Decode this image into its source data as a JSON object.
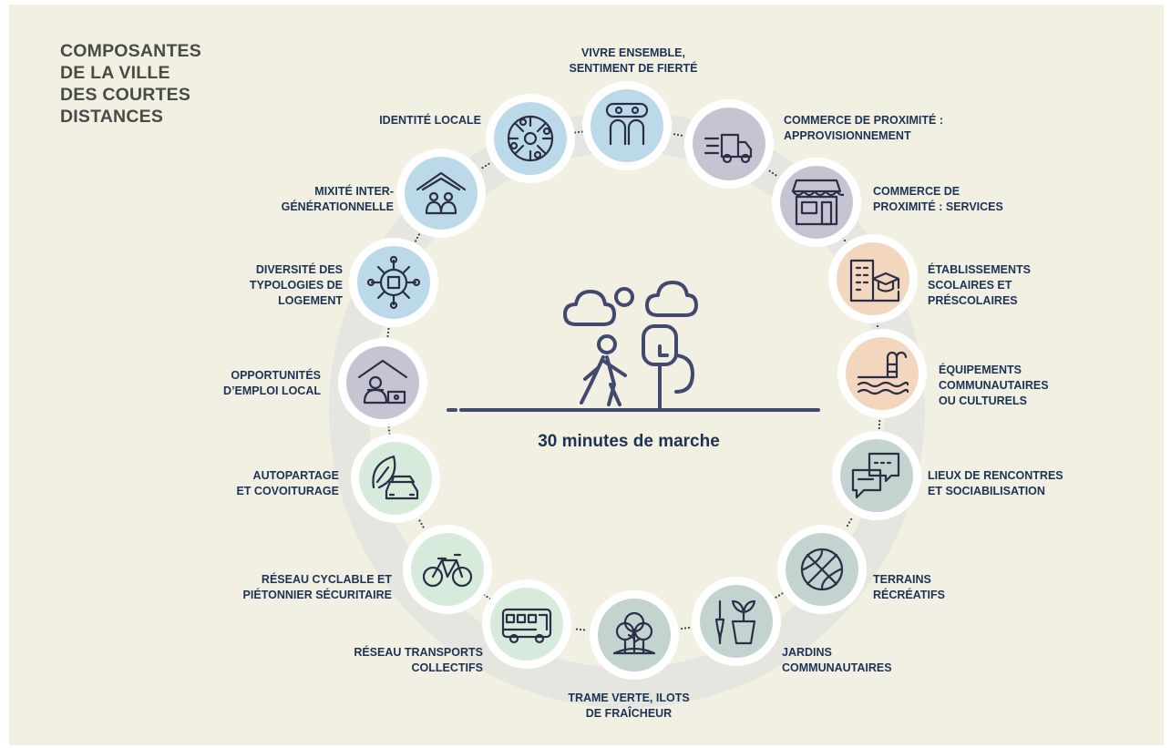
{
  "title_lines": [
    "COMPOSANTES",
    "DE LA VILLE",
    "DES COURTES",
    "DISTANCES"
  ],
  "center_caption": "30 minutes de marche",
  "colors": {
    "background": "#f1f0e2",
    "ring": "#e5e6e0",
    "text": "#1d3356",
    "title": "#4a4a48",
    "icon_stroke": "#2a2f45",
    "center_art": "#414a6e"
  },
  "nodes": [
    {
      "key": "vivre",
      "label_lines": [
        "VIVRE ENSEMBLE,",
        "SENTIMENT DE FIERTÉ"
      ],
      "icon": "people-together-icon",
      "fill": "#bcd9ea"
    },
    {
      "key": "commerce_appro",
      "label_lines": [
        "COMMERCE  DE  PROXIMITÉ :",
        "APPROVISIONNEMENT"
      ],
      "icon": "delivery-truck-icon",
      "fill": "#c6c4d3"
    },
    {
      "key": "commerce_services",
      "label_lines": [
        "COMMERCE DE",
        "PROXIMITÉ : SERVICES"
      ],
      "icon": "storefront-icon",
      "fill": "#c6c4d3"
    },
    {
      "key": "etablissements",
      "label_lines": [
        "ÉTABLISSEMENTS",
        "SCOLAIRES ET",
        "PRÉSCOLAIRES"
      ],
      "icon": "school-building-icon",
      "fill": "#f2d6bd"
    },
    {
      "key": "equipements",
      "label_lines": [
        "ÉQUIPEMENTS",
        "COMMUNAUTAIRES",
        "OU CULTURELS"
      ],
      "icon": "swimming-pool-icon",
      "fill": "#f2d6bd"
    },
    {
      "key": "lieux",
      "label_lines": [
        "LIEUX DE RENCONTRES",
        "ET SOCIABILISATION"
      ],
      "icon": "chat-bubbles-icon",
      "fill": "#c3d3d0"
    },
    {
      "key": "terrains",
      "label_lines": [
        "TERRAINS",
        "RÉCRÉATIFS"
      ],
      "icon": "basketball-icon",
      "fill": "#c3d3d0"
    },
    {
      "key": "jardins",
      "label_lines": [
        "JARDINS",
        "COMMUNAUTAIRES"
      ],
      "icon": "plant-pot-icon",
      "fill": "#c3d3d0"
    },
    {
      "key": "trame",
      "label_lines": [
        "TRAME VERTE, ILOTS",
        "DE FRAÎCHEUR"
      ],
      "icon": "trees-icon",
      "fill": "#c3d3d0"
    },
    {
      "key": "transports",
      "label_lines": [
        "RÉSEAU TRANSPORTS",
        "COLLECTIFS"
      ],
      "icon": "bus-icon",
      "fill": "#d7ebdc"
    },
    {
      "key": "cyclable",
      "label_lines": [
        "RÉSEAU CYCLABLE ET",
        "PIÉTONNIER SÉCURITAIRE"
      ],
      "icon": "bicycle-icon",
      "fill": "#d7ebdc"
    },
    {
      "key": "autopartage",
      "label_lines": [
        "AUTOPARTAGE",
        "ET COVOITURAGE"
      ],
      "icon": "leaf-car-icon",
      "fill": "#d7ebdc"
    },
    {
      "key": "emploi",
      "label_lines": [
        "OPPORTUNITÉS",
        "D’EMPLOI LOCAL"
      ],
      "icon": "home-office-icon",
      "fill": "#c6c4d3"
    },
    {
      "key": "diversite",
      "label_lines": [
        "DIVERSITÉ DES",
        "TYPOLOGIES DE",
        "LOGEMENT"
      ],
      "icon": "housing-network-icon",
      "fill": "#bcd9ea"
    },
    {
      "key": "mixite",
      "label_lines": [
        "MIXITÉ  INTER-",
        "GÉNÉRATIONNELLE"
      ],
      "icon": "family-home-icon",
      "fill": "#bcd9ea"
    },
    {
      "key": "identite",
      "label_lines": [
        "IDENTITÉ LOCALE"
      ],
      "icon": "puzzle-icon",
      "fill": "#bcd9ea"
    }
  ]
}
